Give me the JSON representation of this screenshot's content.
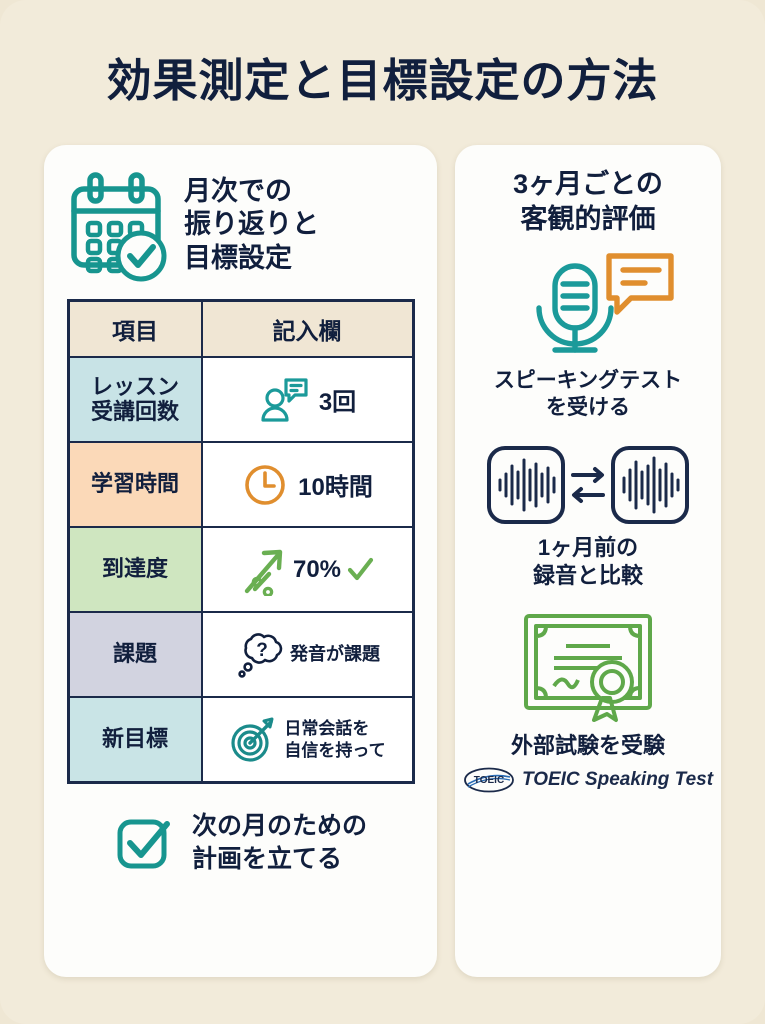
{
  "title": "効果測定と目標設定の方法",
  "colors": {
    "background": "#f2ebda",
    "card": "#fdfdfb",
    "navy": "#111f3d",
    "teal": "#1b9a9a",
    "orange": "#e08e2e",
    "green": "#6aaf52",
    "border": "#1b2a4a"
  },
  "left_card": {
    "icon": "calendar-check-icon",
    "heading": "月次での\n振り返りと\n目標設定",
    "table": {
      "headers": [
        "項目",
        "記入欄"
      ],
      "rows": [
        {
          "label": "レッスン\n受講回数",
          "label_bg": "#c8e3e6",
          "icon": "person-speech-bubble-icon",
          "value": "3回"
        },
        {
          "label": "学習時間",
          "label_bg": "#fbd9b8",
          "icon": "clock-icon",
          "value": "10時間"
        },
        {
          "label": "到達度",
          "label_bg": "#cfe6c0",
          "icon": "growth-arrow-percent-icon",
          "value": "70%"
        },
        {
          "label": "課題",
          "label_bg": "#d2d3e0",
          "icon": "thought-bubble-question-icon",
          "value": "発音が課題"
        },
        {
          "label": "新目標",
          "label_bg": "#c9e4e6",
          "icon": "target-dart-icon",
          "value": "日常会話を\n自信を持って"
        }
      ]
    },
    "footer": {
      "icon": "checkbox-check-icon",
      "text": "次の月のための\n計画を立てる"
    }
  },
  "right_card": {
    "heading": "3ヶ月ごとの\n客観的評価",
    "blocks": [
      {
        "icon": "microphone-speech-icon",
        "text": "スピーキングテスト\nを受ける"
      },
      {
        "icon": "waveform-compare-icon",
        "text": "1ヶ月前の\n録音と比較"
      },
      {
        "icon": "certificate-icon",
        "text": "外部試験を受験",
        "badge_icon": "toeic-logo",
        "badge_text": "TOEIC Speaking Test"
      }
    ]
  }
}
